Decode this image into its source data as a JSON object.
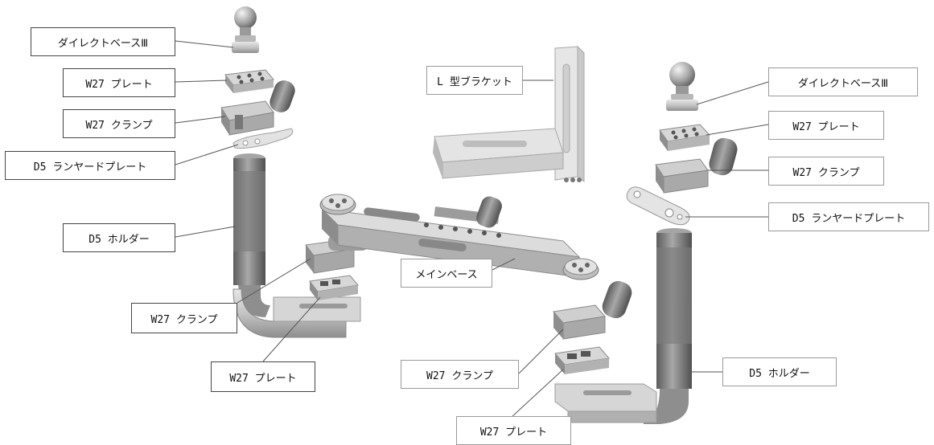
{
  "labels": {
    "direct_base_left": "ダイレクトベースⅢ",
    "w27_plate_top_left": "W27 プレート",
    "w27_clamp_top_left": "W27 クランプ",
    "d5_lanyard_left": "D5 ランヤードプレート",
    "d5_holder_left": "D5 ホルダー",
    "w27_clamp_mid_left": "W27 クランプ",
    "w27_plate_mid_left": "W27 プレート",
    "l_bracket": "L 型ブラケット",
    "main_base": "メインベース",
    "direct_base_right": "ダイレクトベースⅢ",
    "w27_plate_top_right": "W27 プレート",
    "w27_clamp_top_right": "W27 クランプ",
    "d5_lanyard_right": "D5 ランヤードプレート",
    "w27_clamp_bottom_right": "W27 クランプ",
    "d5_holder_right": "D5 ホルダー",
    "w27_plate_bottom_right": "W27 プレート"
  },
  "colors": {
    "metal_light": "#d8d8d8",
    "metal_mid": "#b4b4b4",
    "metal_dark": "#8a8a8a",
    "grip_dark": "#6e6e6e",
    "leader": "#555555"
  }
}
